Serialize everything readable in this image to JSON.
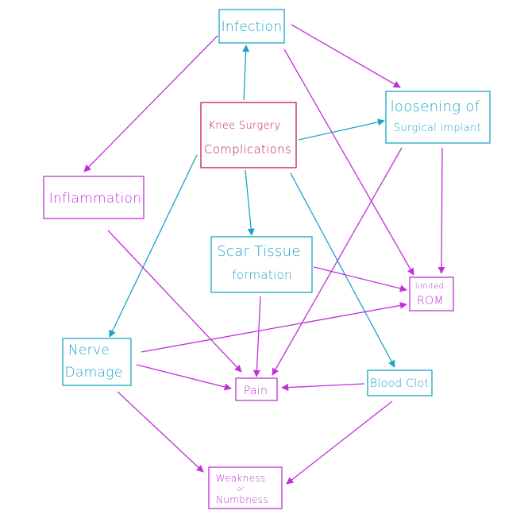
{
  "colors": {
    "cyan": "#1aa3c8",
    "magenta": "#c030d8",
    "crimson": "#c0185a"
  },
  "nodes": {
    "knee": {
      "line1": "Knee Surgery",
      "line2": "Complications"
    },
    "infection": {
      "label": "Infection"
    },
    "loosening": {
      "line1": "loosening of",
      "line2": "Surgical implant"
    },
    "inflammation": {
      "label": "Inflammation"
    },
    "scar": {
      "line1": "Scar Tissue",
      "line2": "formation"
    },
    "rom": {
      "line1": "limited",
      "line2": "ROM"
    },
    "nerve": {
      "line1": "Nerve",
      "line2": "Damage"
    },
    "pain": {
      "label": "Pain"
    },
    "clot": {
      "label": "Blood Clot"
    },
    "weakness": {
      "line1": "Weakness",
      "line2": "or",
      "line3": "Numbness"
    }
  }
}
